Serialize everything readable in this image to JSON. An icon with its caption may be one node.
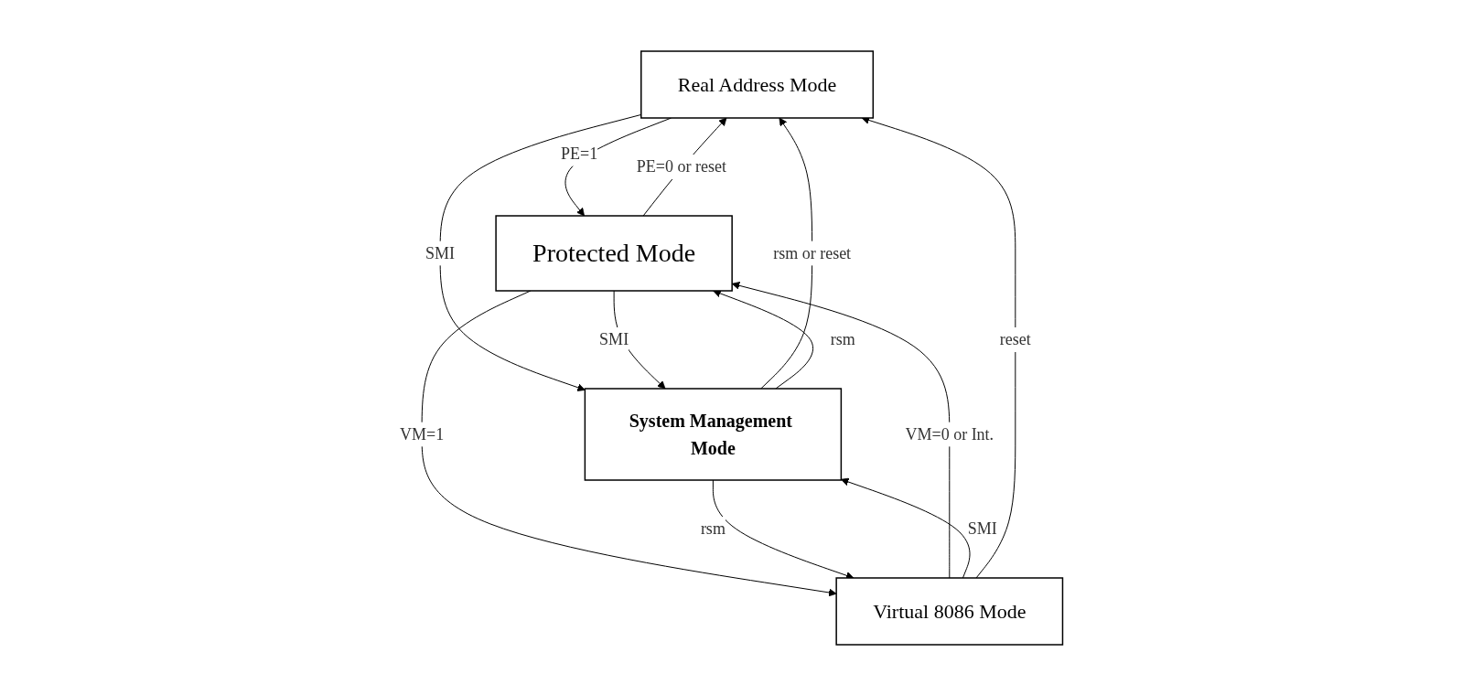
{
  "diagram": {
    "nodes": [
      {
        "text": [
          "Real Address Mode"
        ]
      },
      {
        "text": [
          "Protected Mode"
        ]
      },
      {
        "text": [
          "System Management Mode"
        ]
      },
      {
        "text": [
          "Virtual 8086 Mode"
        ]
      }
    ],
    "edges": [
      {
        "from": 1,
        "to": 0,
        "arrow": "to",
        "label": "PE=0 or reset"
      },
      {
        "from": 0,
        "to": 1,
        "arrow": "to",
        "label": "PE=1"
      },
      {
        "from": 0,
        "to": 2,
        "arrow": "to",
        "label": "SMI"
      },
      {
        "from": 2,
        "to": 0,
        "arrow": "to",
        "label": "rsm or reset"
      },
      {
        "from": 1,
        "to": 2,
        "arrow": "to",
        "label": "SMI"
      },
      {
        "from": 2,
        "to": 1,
        "arrow": "to",
        "label": "rsm"
      },
      {
        "from": 1,
        "to": 3,
        "arrow": "to",
        "label": "VM=1"
      },
      {
        "from": 3,
        "to": 1,
        "arrow": "to",
        "label": "VM=0 or Int."
      },
      {
        "from": 3,
        "to": 2,
        "arrow": "to",
        "label": "SMI"
      },
      {
        "from": 2,
        "to": 3,
        "arrow": "to",
        "label": "rsm"
      },
      {
        "from": 3,
        "to": 0,
        "arrow": "to",
        "label": "reset"
      }
    ]
  }
}
